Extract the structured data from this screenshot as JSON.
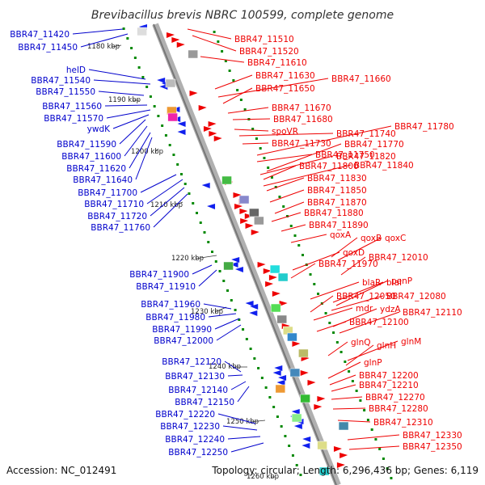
{
  "header": {
    "title": "Brevibacillus brevis NBRC 100599, complete genome"
  },
  "footer": {
    "accession": "Accession: NC_012491",
    "topology": "Topology: circular; Length: 6,296,436 bp; Genes: 6,119"
  },
  "colors": {
    "left_labels": "#0000cc",
    "right_labels": "#ee0000",
    "backbone": "#888888",
    "ticks": "#008800"
  },
  "kbp_marks": [
    "1180 kbp",
    "1190 kbp",
    "1200 kbp",
    "1210 kbp",
    "1220 kbp",
    "1230 kbp",
    "1240 kbp",
    "1250 kbp",
    "1260 kbp"
  ],
  "left_labels": [
    "BBR47_11420",
    "BBR47_11450",
    "helD",
    "BBR47_11540",
    "BBR47_11550",
    "BBR47_11560",
    "BBR47_11570",
    "ywdK",
    "BBR47_11590",
    "BBR47_11600",
    "BBR47_11620",
    "BBR47_11640",
    "BBR47_11700",
    "BBR47_11710",
    "BBR47_11720",
    "BBR47_11760",
    "BBR47_11900",
    "BBR47_11910",
    "BBR47_11960",
    "BBR47_11980",
    "BBR47_11990",
    "BBR47_12000",
    "BBR47_12120",
    "BBR47_12130",
    "BBR47_12140",
    "BBR47_12150",
    "BBR47_12220",
    "BBR47_12230",
    "BBR47_12240",
    "BBR47_12250"
  ],
  "right_labels": [
    "BBR47_11510",
    "BBR47_11520",
    "BBR47_11610",
    "BBR47_11630",
    "BBR47_11660",
    "BBR47_11650",
    "BBR47_11670",
    "BBR47_11680",
    "spoVR",
    "BBR47_11740",
    "BBR47_11780",
    "BBR47_11730",
    "BBR47_11770",
    "BBR47_11750",
    "BBR47_11820",
    "BBR47_11800",
    "BBR47_11840",
    "BBR47_11830",
    "BBR47_11850",
    "BBR47_11870",
    "BBR47_11880",
    "BBR47_11890",
    "qoxA",
    "qoxB",
    "qoxC",
    "qoxD",
    "BBR47_12010",
    "BBR47_11970",
    "penP",
    "blaR",
    "blaI",
    "BBR47_12050",
    "BBR47_12080",
    "mdr",
    "ydzA",
    "BBR47_12110",
    "BBR47_12100",
    "glnM",
    "glnQ",
    "glnH",
    "glnP",
    "BBR47_12200",
    "BBR47_12210",
    "BBR47_12270",
    "BBR47_12280",
    "BBR47_12310",
    "BBR47_12330",
    "BBR47_12350"
  ]
}
